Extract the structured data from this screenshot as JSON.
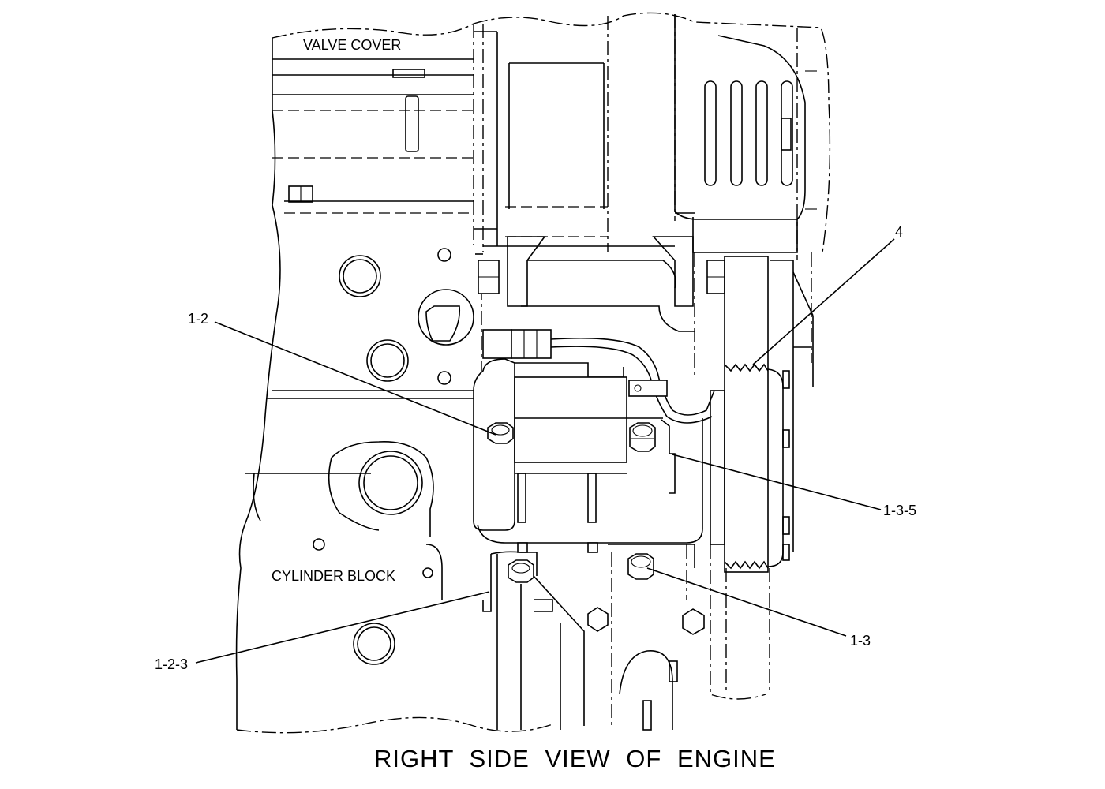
{
  "labels": {
    "valve_cover": "VALVE  COVER",
    "cylinder_block": "CYLINDER  BLOCK"
  },
  "callouts": {
    "c_1_2": "1-2",
    "c_4": "4",
    "c_1_3_5": "1-3-5",
    "c_1_3": "1-3",
    "c_1_2_3": "1-2-3"
  },
  "title": "RIGHT  SIDE  VIEW  OF  ENGINE"
}
